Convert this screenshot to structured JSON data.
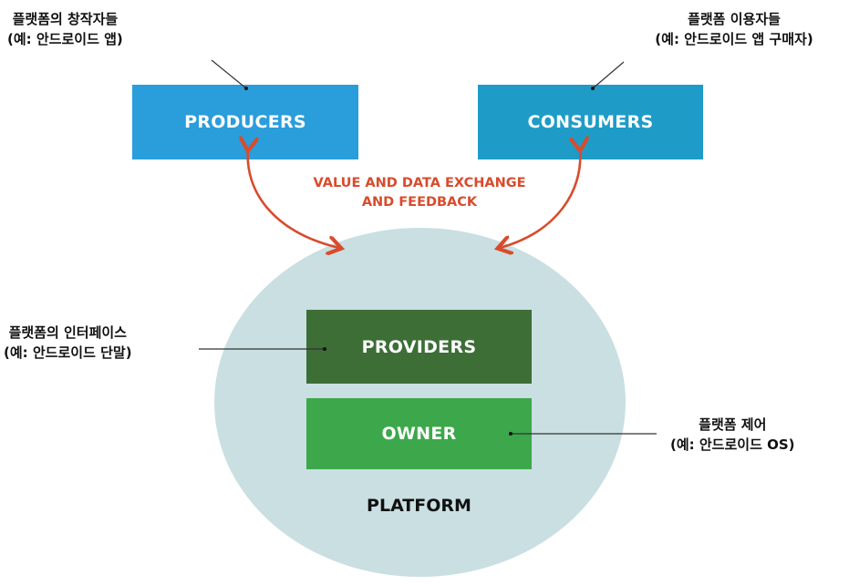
{
  "diagram": {
    "nodes": {
      "producers": {
        "label": "PRODUCERS",
        "color": "#2a9ddb"
      },
      "consumers": {
        "label": "CONSUMERS",
        "color": "#1e9cc7"
      },
      "providers": {
        "label": "PROVIDERS",
        "color": "#3c6e36"
      },
      "owner": {
        "label": "OWNER",
        "color": "#3ca84b"
      }
    },
    "platform": {
      "label": "PLATFORM",
      "color": "#c9dfe1"
    },
    "exchange": {
      "line1": "VALUE AND DATA EXCHANGE",
      "line2": "AND FEEDBACK",
      "color": "#d94b2c"
    },
    "annotations": {
      "producers": {
        "line1": "플랫폼의 창작자들",
        "line2": "(예: 안드로이드 앱)"
      },
      "consumers": {
        "line1": "플랫폼 이용자들",
        "line2": "(예: 안드로이드 앱 구매자)"
      },
      "providers": {
        "line1": "플랫폼의 인터페이스",
        "line2": "(예: 안드로이드 단말)"
      },
      "owner": {
        "line1": "플랫폼 제어",
        "line2": "(예: 안드로이드 OS)"
      }
    }
  }
}
